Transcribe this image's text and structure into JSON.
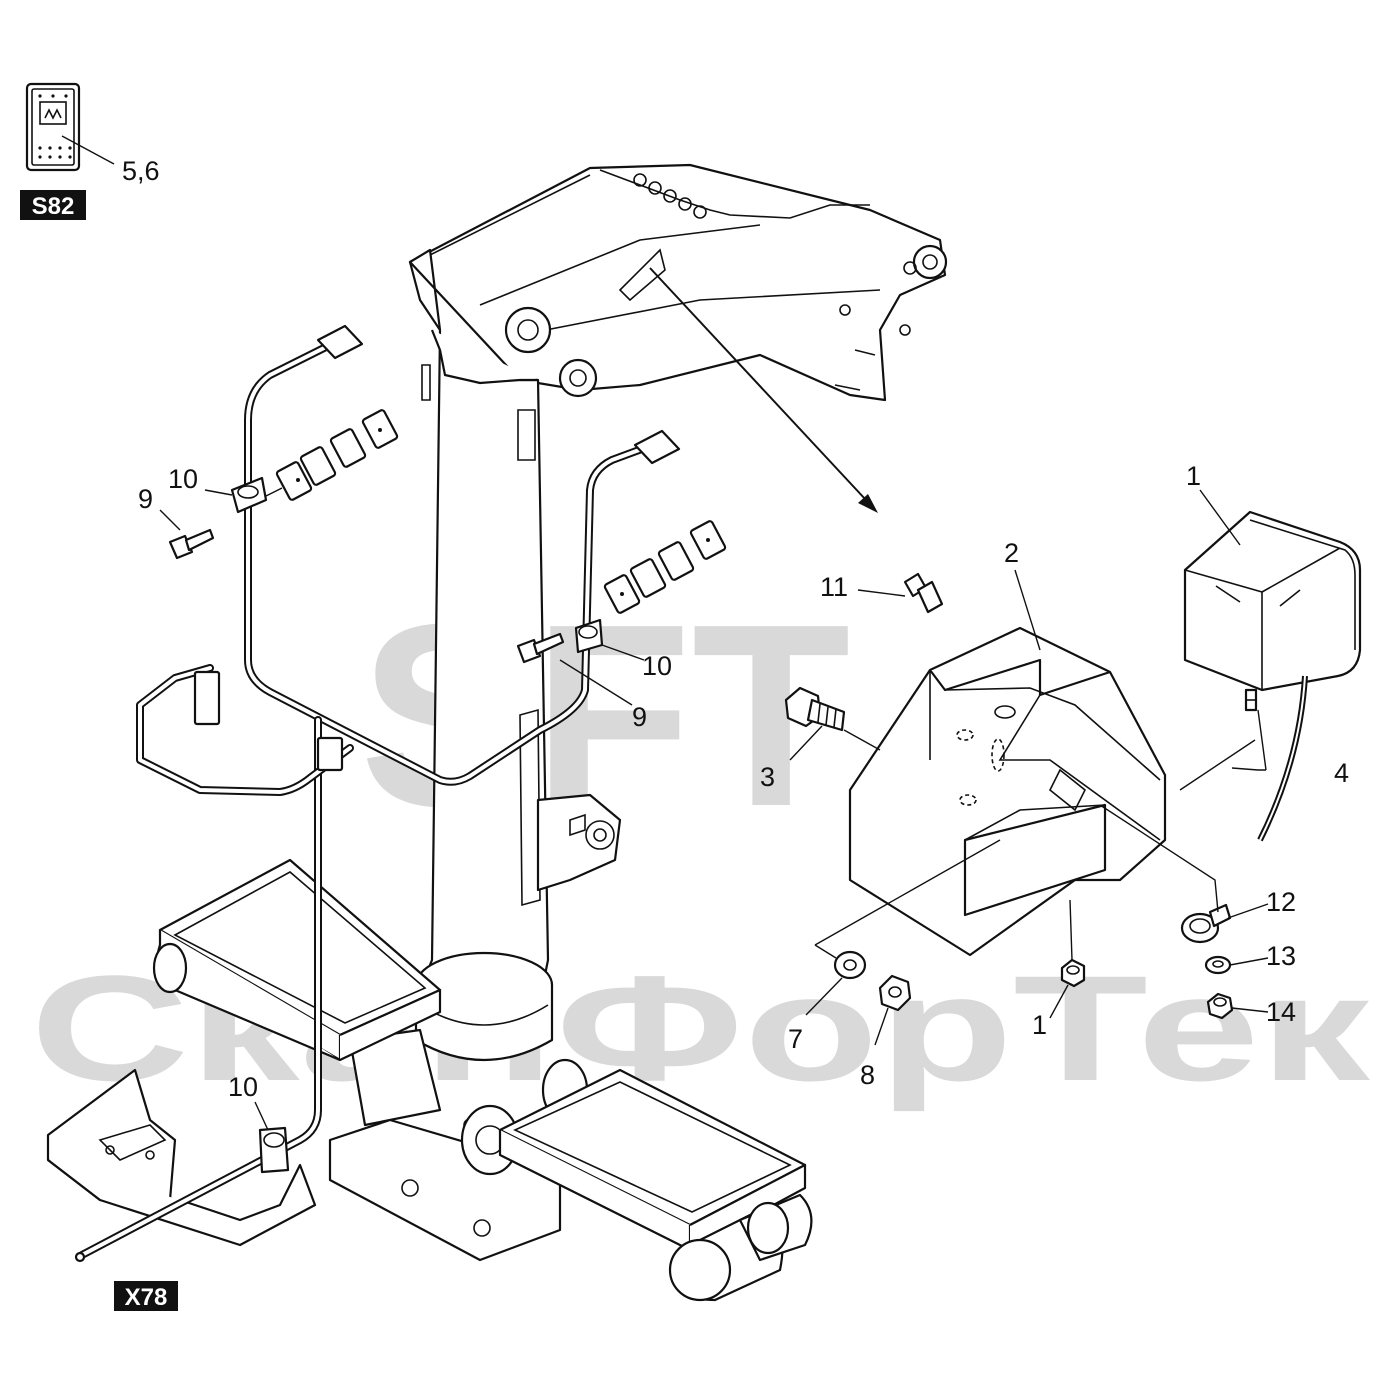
{
  "watermark": {
    "brand": "SFT",
    "name": "СканФорТек"
  },
  "tags": {
    "switch": "S82",
    "connector": "X78"
  },
  "callouts": {
    "switch_parts": "5,6",
    "item_1_box": "1",
    "item_1_nut": "1",
    "item_2": "2",
    "item_3": "3",
    "item_4": "4",
    "item_7": "7",
    "item_8": "8",
    "item_9_left": "9",
    "item_9_right": "9",
    "item_10_left": "10",
    "item_10_right": "10",
    "item_10_bottom": "10",
    "item_11": "11",
    "item_12": "12",
    "item_13": "13",
    "item_14": "14"
  },
  "colors": {
    "line": "#111111",
    "watermark": "#d9d9d9",
    "tag_background": "#111111",
    "tag_text": "#ffffff"
  }
}
